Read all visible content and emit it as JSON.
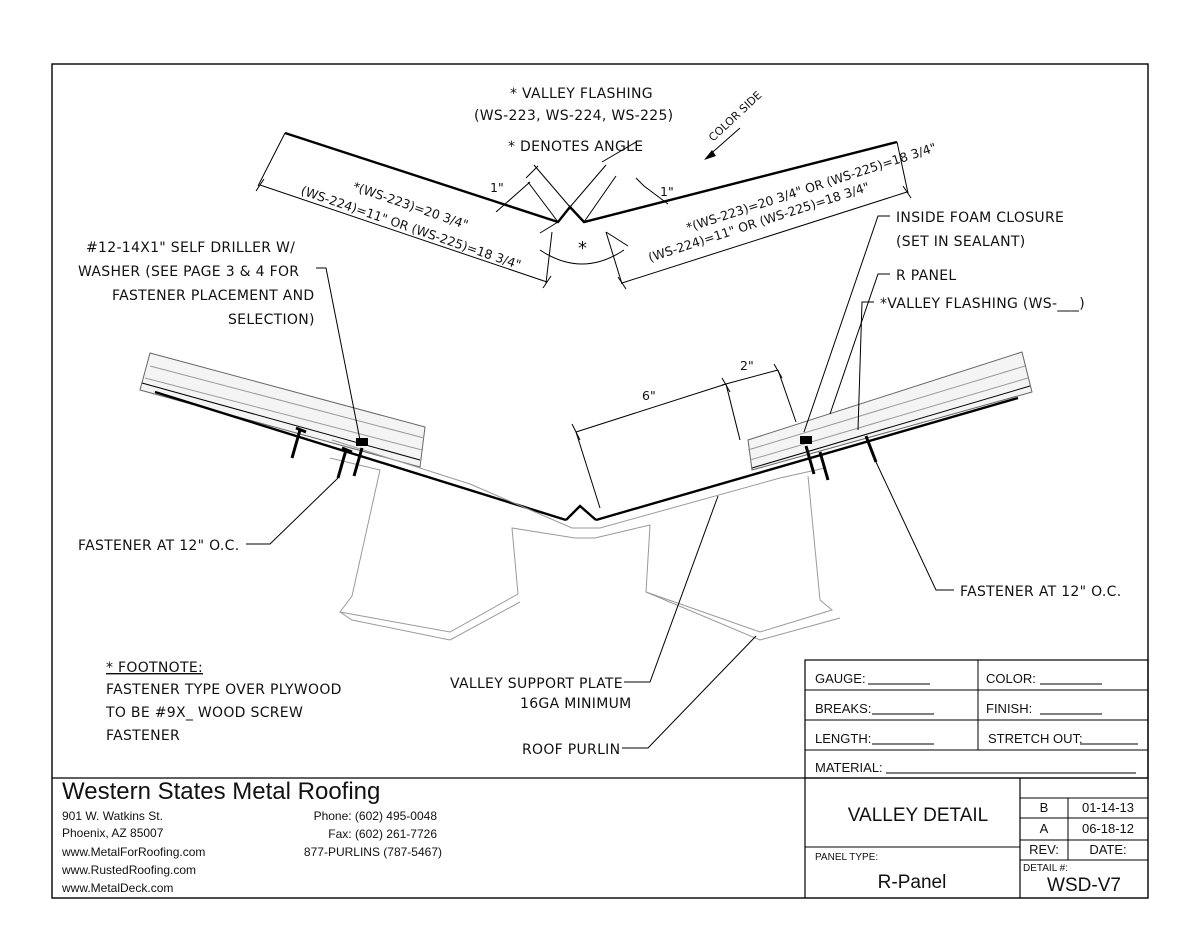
{
  "flashing_note": {
    "title": "* VALLEY FLASHING",
    "parts": "(WS-223, WS-224, WS-225)",
    "angle_note": "* DENOTES ANGLE",
    "color_side": "COLOR SIDE",
    "left_dim_line1": "*(WS-223)=20 3/4\"",
    "left_dim_line2": "(WS-224)=11\" OR (WS-225)=18 3/4\"",
    "right_dim_line1": "*(WS-223)=20 3/4\" OR (WS-225)=18 3/4\"",
    "right_dim_line2": "(WS-224)=11\" OR (WS-225)=18 3/4\"",
    "hem_left": "1\"",
    "hem_right": "1\"",
    "angle_symbol": "*"
  },
  "callouts": {
    "self_driller": [
      "#12-14X1\" SELF DRILLER W/",
      "WASHER (SEE PAGE 3 & 4 FOR",
      "FASTENER PLACEMENT AND",
      "SELECTION)"
    ],
    "foam_closure": [
      "INSIDE FOAM CLOSURE",
      "(SET IN SEALANT)"
    ],
    "r_panel": "R PANEL",
    "valley_flashing": "*VALLEY FLASHING (WS-___)",
    "fastener_left": "FASTENER AT 12\" O.C.",
    "fastener_right": "FASTENER AT 12\" O.C.",
    "support_plate": [
      "VALLEY SUPPORT PLATE",
      "16GA MINIMUM"
    ],
    "roof_purlin": "ROOF PURLIN",
    "dim_6": "6\"",
    "dim_2": "2\""
  },
  "footnote": {
    "title": "* FOOTNOTE:",
    "lines": [
      "FASTENER TYPE OVER PLYWOOD",
      "TO BE #9X_ WOOD SCREW",
      "FASTENER"
    ]
  },
  "company": {
    "name": "Western States Metal Roofing",
    "address1": "901 W. Watkins St.",
    "address2": "Phoenix, AZ 85007",
    "web1": "www.MetalForRoofing.com",
    "web2": "www.RustedRoofing.com",
    "web3": "www.MetalDeck.com",
    "phone": "Phone: (602) 495-0048",
    "fax": "Fax: (602) 261-7726",
    "tollfree": "877-PURLINS (787-5467)"
  },
  "spec_block": {
    "gauge_label": "GAUGE:",
    "color_label": "COLOR:",
    "breaks_label": "BREAKS:",
    "finish_label": "FINISH:",
    "length_label": "LENGTH:",
    "stretch_label": "STRETCH OUT:",
    "material_label": "MATERIAL:"
  },
  "title_block": {
    "title": "VALLEY DETAIL",
    "panel_type_label": "PANEL TYPE:",
    "panel_type": "R-Panel",
    "revisions": [
      {
        "rev": "B",
        "date": "01-14-13"
      },
      {
        "rev": "A",
        "date": "06-18-12"
      }
    ],
    "rev_label": "REV:",
    "date_label": "DATE:",
    "detail_label": "DETAIL #:",
    "detail_number": "WSD-V7"
  }
}
